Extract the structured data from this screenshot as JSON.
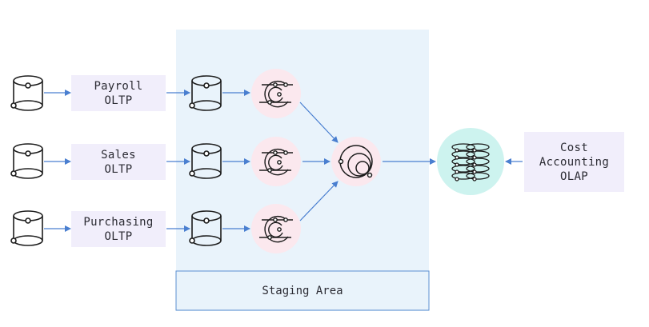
{
  "sources": [
    {
      "name": "payroll",
      "label_line1": "Payroll",
      "label_line2": "OLTP"
    },
    {
      "name": "sales",
      "label_line1": "Sales",
      "label_line2": "OLTP"
    },
    {
      "name": "purchasing",
      "label_line1": "Purchasing",
      "label_line2": "OLTP"
    }
  ],
  "staging": {
    "label": "Staging Area"
  },
  "target": {
    "label_line1": "Cost",
    "label_line2": "Accounting",
    "label_line3": "OLAP"
  },
  "icons": {
    "source_db": "database-icon",
    "staging_db": "database-icon",
    "transform": "transform-icon",
    "merge": "merge-icon",
    "warehouse": "data-warehouse-icon"
  },
  "colors": {
    "arrow": "#4a7fd0",
    "label_box": "#f1eefb",
    "staging_fill": "#e9f3fb",
    "staging_border": "#5b8fd0",
    "transform_circle": "#fbe8ee",
    "warehouse_circle": "#cdf3ef",
    "icon_stroke": "#1c1c1c"
  }
}
